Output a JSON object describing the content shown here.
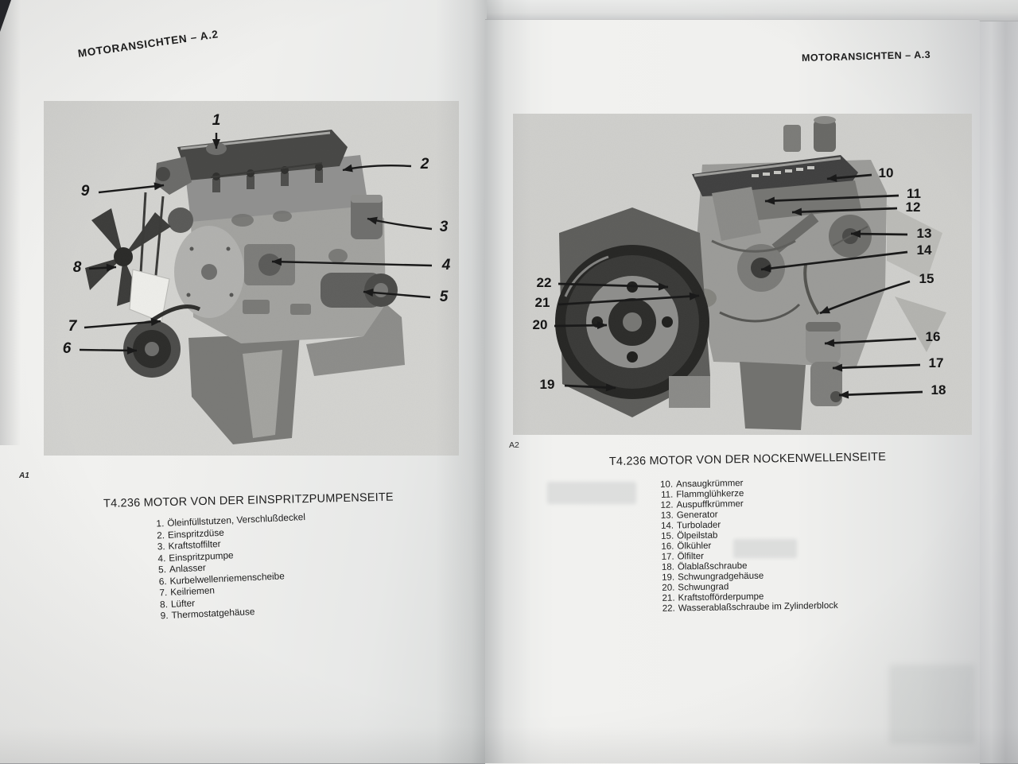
{
  "book": {
    "left_page": {
      "header": "MOTORANSICHTEN – A.2",
      "figure_label": "A1",
      "caption": "T4.236 MOTOR VON DER EINSPRITZPUMPENSEITE",
      "parts": [
        {
          "num": "1.",
          "name": "Öleinfüllstutzen, Verschlußdeckel"
        },
        {
          "num": "2.",
          "name": "Einspritzdüse"
        },
        {
          "num": "3.",
          "name": "Kraftstoffilter"
        },
        {
          "num": "4.",
          "name": "Einspritzpumpe"
        },
        {
          "num": "5.",
          "name": "Anlasser"
        },
        {
          "num": "6.",
          "name": "Kurbelwellenriemenscheibe"
        },
        {
          "num": "7.",
          "name": "Keilriemen"
        },
        {
          "num": "8.",
          "name": "Lüfter"
        },
        {
          "num": "9.",
          "name": "Thermostatgehäuse"
        }
      ],
      "callouts": [
        "1",
        "2",
        "3",
        "4",
        "5",
        "6",
        "7",
        "8",
        "9"
      ]
    },
    "right_page": {
      "header": "MOTORANSICHTEN – A.3",
      "figure_label": "A2",
      "caption": "T4.236 MOTOR VON DER NOCKENWELLENSEITE",
      "parts": [
        {
          "num": "10.",
          "name": "Ansaugkrümmer"
        },
        {
          "num": "11.",
          "name": "Flammglühkerze"
        },
        {
          "num": "12.",
          "name": "Auspuffkrümmer"
        },
        {
          "num": "13.",
          "name": "Generator"
        },
        {
          "num": "14.",
          "name": "Turbolader"
        },
        {
          "num": "15.",
          "name": "Ölpeilstab"
        },
        {
          "num": "16.",
          "name": "Ölkühler"
        },
        {
          "num": "17.",
          "name": "Ölfilter"
        },
        {
          "num": "18.",
          "name": "Ölablaßschraube"
        },
        {
          "num": "19.",
          "name": "Schwungradgehäuse"
        },
        {
          "num": "20.",
          "name": "Schwungrad"
        },
        {
          "num": "21.",
          "name": "Kraftstofförderpumpe"
        },
        {
          "num": "22.",
          "name": "Wasserablaßschraube im Zylinderblock"
        }
      ],
      "callouts": [
        "10",
        "11",
        "12",
        "13",
        "14",
        "15",
        "16",
        "17",
        "18",
        "19",
        "20",
        "21",
        "22"
      ]
    }
  }
}
